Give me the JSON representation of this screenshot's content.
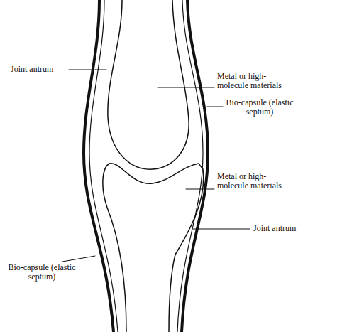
{
  "diagram": {
    "labels": [
      "Joint antrum",
      "Metal or high-molecule materials",
      "Bio-capsule (elastic septum)",
      "Metal or high-molecule materials",
      "Joint antrum",
      "Bio-capsule (elastic septum)"
    ]
  }
}
